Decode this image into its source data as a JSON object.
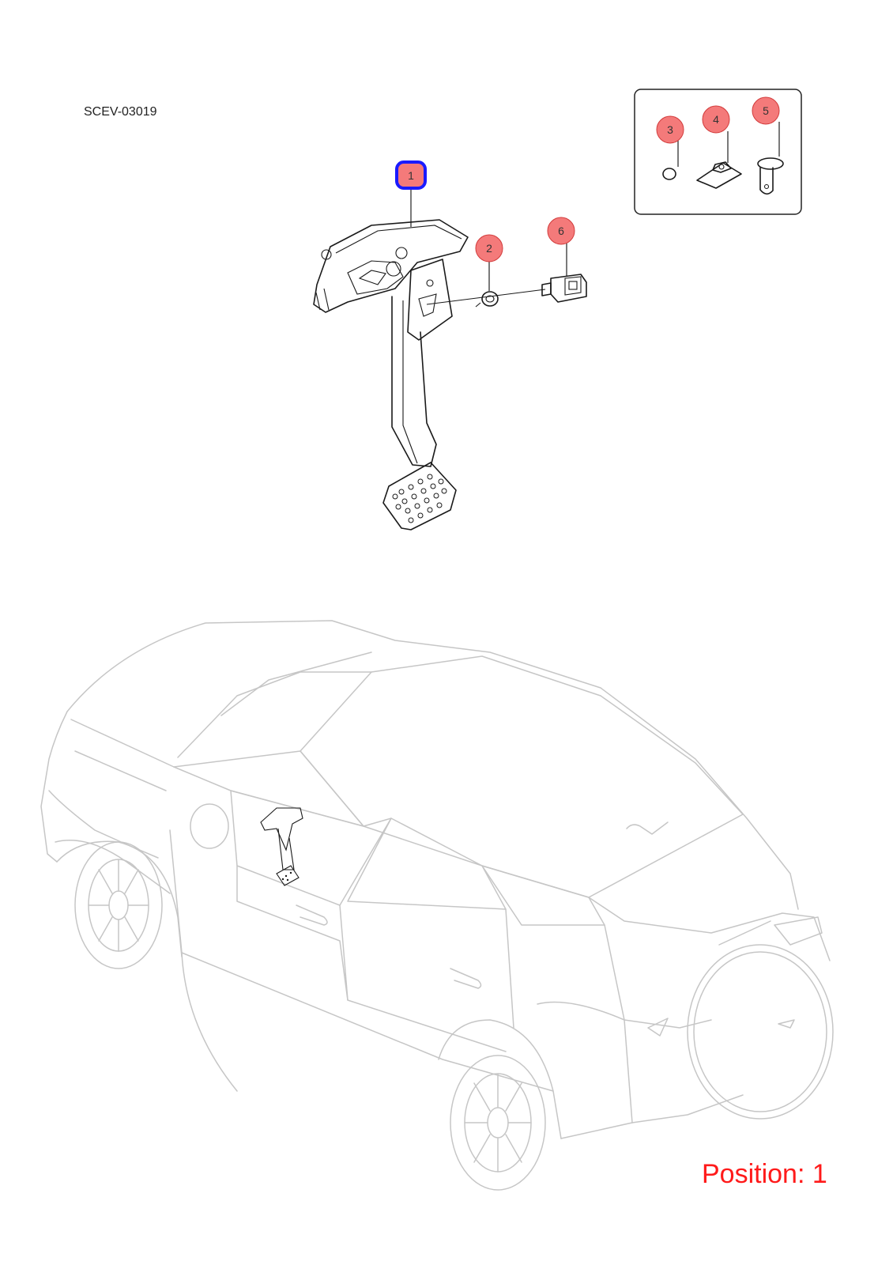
{
  "diagram": {
    "code": "SCEV-03019",
    "position_label": "Position: 1",
    "callouts": [
      {
        "id": "1",
        "label": "1",
        "selected": true
      },
      {
        "id": "2",
        "label": "2",
        "selected": false
      },
      {
        "id": "3",
        "label": "3",
        "selected": false
      },
      {
        "id": "4",
        "label": "4",
        "selected": false
      },
      {
        "id": "5",
        "label": "5",
        "selected": false
      },
      {
        "id": "6",
        "label": "6",
        "selected": false
      }
    ]
  },
  "colors": {
    "callout_fill": "#f47a7a",
    "callout_stroke": "#d23b3b",
    "selected_stroke": "#1a1aff",
    "position_text": "#ff1a1a",
    "car_lines": "#c6c6c6",
    "part_lines": "#1a1a1a"
  },
  "icons": {
    "pedal_assembly": "brake-pedal-assembly-icon",
    "switch": "stop-lamp-switch-icon",
    "clip": "clip-icon",
    "nut": "clip-nut-icon",
    "pin": "clevis-pin-icon",
    "vehicle": "suv-outline-icon"
  }
}
